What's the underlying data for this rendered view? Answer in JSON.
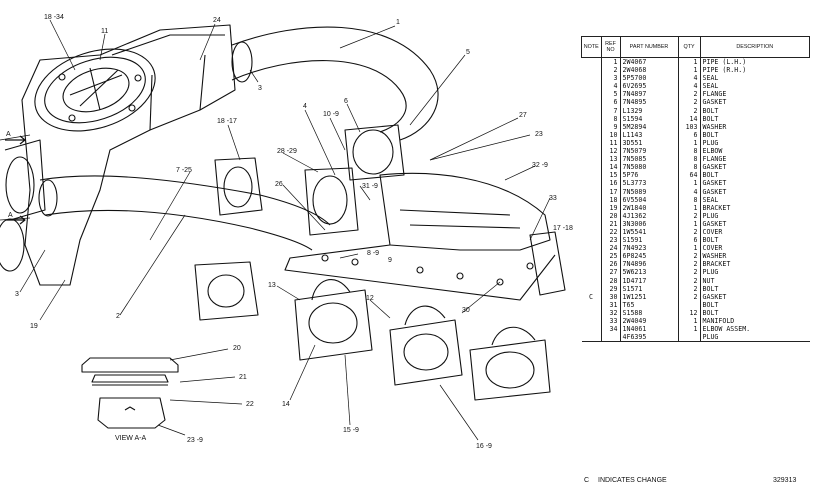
{
  "callouts": [
    {
      "id": "c1",
      "text": "18 -34"
    },
    {
      "id": "c2",
      "text": "11"
    },
    {
      "id": "c3",
      "text": "24"
    },
    {
      "id": "c4",
      "text": "1"
    },
    {
      "id": "c5",
      "text": "5"
    },
    {
      "id": "c6",
      "text": "6"
    },
    {
      "id": "c7",
      "text": "4"
    },
    {
      "id": "c8",
      "text": "10 -9"
    },
    {
      "id": "c9",
      "text": "3"
    },
    {
      "id": "c10",
      "text": "18 -17"
    },
    {
      "id": "c11",
      "text": "27"
    },
    {
      "id": "c12",
      "text": "23"
    },
    {
      "id": "c13",
      "text": "32 -9"
    },
    {
      "id": "c14",
      "text": "A"
    },
    {
      "id": "c15",
      "text": "A"
    },
    {
      "id": "c16",
      "text": "7 -25"
    },
    {
      "id": "c17",
      "text": "28 -29"
    },
    {
      "id": "c18",
      "text": "31 -9"
    },
    {
      "id": "c19",
      "text": "26"
    },
    {
      "id": "c20",
      "text": "33"
    },
    {
      "id": "c21",
      "text": "17 -18"
    },
    {
      "id": "c22",
      "text": "8 -9"
    },
    {
      "id": "c23",
      "text": "9"
    },
    {
      "id": "c24",
      "text": "19"
    },
    {
      "id": "c25",
      "text": "2"
    },
    {
      "id": "c26",
      "text": "13"
    },
    {
      "id": "c27",
      "text": "12"
    },
    {
      "id": "c28",
      "text": "30"
    },
    {
      "id": "c29",
      "text": "14"
    },
    {
      "id": "c30",
      "text": "15 -9"
    },
    {
      "id": "c31",
      "text": "16 -9"
    },
    {
      "id": "c32",
      "text": "20"
    },
    {
      "id": "c33",
      "text": "21"
    },
    {
      "id": "c34",
      "text": "22"
    },
    {
      "id": "c35",
      "text": "23 -9"
    },
    {
      "id": "c36",
      "text": "3"
    }
  ],
  "view_label": "VIEW A-A",
  "table": {
    "headers": {
      "note": "NOTE",
      "ref": "REF NO",
      "part": "PART NUMBER",
      "qty": "QTY",
      "desc": "DESCRIPTION"
    },
    "rows": [
      {
        "note": "",
        "ref": "1",
        "part": "2W4067",
        "qty": "1",
        "desc": "PIPE (L.H.)"
      },
      {
        "note": "",
        "ref": "2",
        "part": "2W4068",
        "qty": "1",
        "desc": "PIPE (R.H.)"
      },
      {
        "note": "",
        "ref": "3",
        "part": "5P5700",
        "qty": "4",
        "desc": "SEAL"
      },
      {
        "note": "",
        "ref": "4",
        "part": "6V2695",
        "qty": "4",
        "desc": "SEAL"
      },
      {
        "note": "",
        "ref": "5",
        "part": "7N4897",
        "qty": "2",
        "desc": "FLANGE"
      },
      {
        "note": "",
        "ref": "6",
        "part": "7N4895",
        "qty": "2",
        "desc": "GASKET"
      },
      {
        "note": "",
        "ref": "7",
        "part": "L1329",
        "qty": "2",
        "desc": "BOLT"
      },
      {
        "note": "",
        "ref": "8",
        "part": "S1594",
        "qty": "14",
        "desc": "BOLT"
      },
      {
        "note": "",
        "ref": "9",
        "part": "5M2894",
        "qty": "103",
        "desc": "WASHER"
      },
      {
        "note": "",
        "ref": "10",
        "part": "L1143",
        "qty": "6",
        "desc": "BOLT"
      },
      {
        "note": "",
        "ref": "11",
        "part": "3D551",
        "qty": "1",
        "desc": "PLUG"
      },
      {
        "note": "",
        "ref": "12",
        "part": "7N5079",
        "qty": "8",
        "desc": "ELBOW"
      },
      {
        "note": "",
        "ref": "13",
        "part": "7N5085",
        "qty": "8",
        "desc": "FLANGE"
      },
      {
        "note": "",
        "ref": "14",
        "part": "7N5080",
        "qty": "8",
        "desc": "GASKET"
      },
      {
        "note": "",
        "ref": "15",
        "part": "5P76",
        "qty": "64",
        "desc": "BOLT"
      },
      {
        "note": "",
        "ref": "16",
        "part": "5L3773",
        "qty": "1",
        "desc": "GASKET"
      },
      {
        "note": "",
        "ref": "17",
        "part": "7N5089",
        "qty": "4",
        "desc": "GASKET"
      },
      {
        "note": "",
        "ref": "18",
        "part": "6V5504",
        "qty": "8",
        "desc": "SEAL"
      },
      {
        "note": "",
        "ref": "19",
        "part": "2W1840",
        "qty": "1",
        "desc": "BRACKET"
      },
      {
        "note": "",
        "ref": "20",
        "part": "4J1362",
        "qty": "2",
        "desc": "PLUG"
      },
      {
        "note": "",
        "ref": "21",
        "part": "3N3006",
        "qty": "1",
        "desc": "GASKET"
      },
      {
        "note": "",
        "ref": "22",
        "part": "1W5541",
        "qty": "2",
        "desc": "COVER"
      },
      {
        "note": "",
        "ref": "23",
        "part": "S1591",
        "qty": "6",
        "desc": "BOLT"
      },
      {
        "note": "",
        "ref": "24",
        "part": "7N4923",
        "qty": "1",
        "desc": "COVER"
      },
      {
        "note": "",
        "ref": "25",
        "part": "6P8245",
        "qty": "2",
        "desc": "WASHER"
      },
      {
        "note": "",
        "ref": "26",
        "part": "7N4896",
        "qty": "2",
        "desc": "BRACKET"
      },
      {
        "note": "",
        "ref": "27",
        "part": "5W6213",
        "qty": "2",
        "desc": "PLUG"
      },
      {
        "note": "",
        "ref": "28",
        "part": "1D4717",
        "qty": "2",
        "desc": "NUT"
      },
      {
        "note": "",
        "ref": "29",
        "part": "S1571",
        "qty": "2",
        "desc": "BOLT"
      },
      {
        "note": "C",
        "ref": "30",
        "part": "1W1251",
        "qty": "2",
        "desc": "GASKET"
      },
      {
        "note": "",
        "ref": "31",
        "part": "T65",
        "qty": "",
        "desc": "BOLT"
      },
      {
        "note": "",
        "ref": "32",
        "part": "S1588",
        "qty": "12",
        "desc": "BOLT"
      },
      {
        "note": "",
        "ref": "33",
        "part": "2W4049",
        "qty": "1",
        "desc": "MANIFOLD"
      },
      {
        "note": "",
        "ref": "34",
        "part": "1N4061",
        "qty": "1",
        "desc": "ELBOW ASSEM."
      },
      {
        "note": "",
        "ref": "",
        "part": "4F6395",
        "qty": "",
        "desc": "PLUG"
      }
    ]
  },
  "legend": {
    "code": "C",
    "text": "INDICATES CHANGE"
  },
  "doc_number": "329313"
}
